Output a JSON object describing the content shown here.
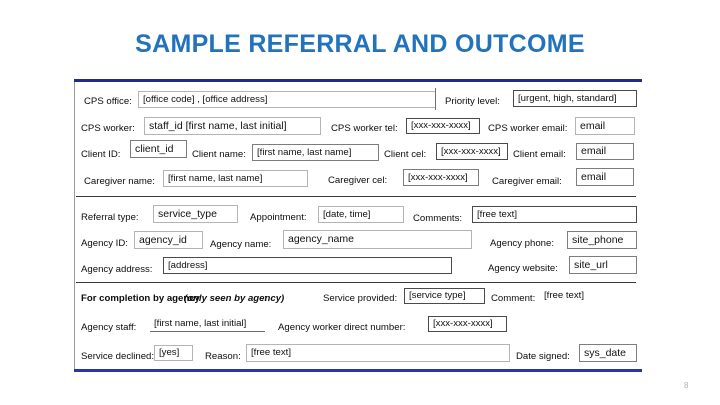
{
  "slide": {
    "title": "SAMPLE REFERRAL AND OUTCOME",
    "page_number": "8",
    "accent_title_color": "#2273BC",
    "accent_bar_color": "#1F2C8C"
  },
  "section_referral_source": {
    "rows": [
      {
        "fields": [
          {
            "label": "CPS office:",
            "value": "[office code] , [office address]"
          },
          {
            "label": "Priority level:",
            "value": "[urgent, high, standard]"
          }
        ]
      },
      {
        "fields": [
          {
            "label": "CPS worker:",
            "value": "staff_id [first name, last initial]"
          },
          {
            "label": "CPS worker tel:",
            "value": "[xxx-xxx-xxxx]"
          },
          {
            "label": "CPS worker email:",
            "value": "email"
          }
        ]
      },
      {
        "fields": [
          {
            "label": "Client ID:",
            "value": "client_id"
          },
          {
            "label": "Client name:",
            "value": "[first name, last name]"
          },
          {
            "label": "Client cel:",
            "value": "[xxx-xxx-xxxx]"
          },
          {
            "label": "Client email:",
            "value": "email"
          }
        ]
      },
      {
        "fields": [
          {
            "label": "Caregiver name:",
            "value": "[first name, last name]"
          },
          {
            "label": "Caregiver cel:",
            "value": "[xxx-xxx-xxxx]"
          },
          {
            "label": "Caregiver email:",
            "value": "email"
          }
        ]
      }
    ]
  },
  "section_referral_details": {
    "rows": [
      {
        "fields": [
          {
            "label": "Referral type:",
            "value": "service_type"
          },
          {
            "label": "Appointment:",
            "value": "[date, time]"
          },
          {
            "label": "Comments:",
            "value": "[free text]"
          }
        ]
      },
      {
        "fields": [
          {
            "label": "Agency ID:",
            "value": "agency_id"
          },
          {
            "label": "Agency name:",
            "value": "agency_name"
          },
          {
            "label": "Agency phone:",
            "value": "site_phone"
          }
        ]
      },
      {
        "fields": [
          {
            "label": "Agency address:",
            "value": "[address]"
          },
          {
            "label": "Agency website:",
            "value": "site_url"
          }
        ]
      }
    ]
  },
  "section_agency_completion": {
    "heading_bold": "For completion by agency",
    "heading_italic": "(only seen by agency)",
    "heading_colon": ":",
    "rows": [
      {
        "fields": [
          {
            "label": "Service provided:",
            "value": "[service type]"
          },
          {
            "label": "Comment:",
            "value": "[free text]"
          }
        ]
      },
      {
        "fields": [
          {
            "label": "Agency staff:",
            "value": "[first name, last initial]"
          },
          {
            "label": "Agency worker direct number:",
            "value": "[xxx-xxx-xxxx]"
          }
        ]
      },
      {
        "fields": [
          {
            "label": "Service declined:",
            "value": "[yes]"
          },
          {
            "label": "Reason:",
            "value": "[free text]"
          },
          {
            "label": "Date signed:",
            "value": "sys_date"
          }
        ]
      }
    ]
  }
}
